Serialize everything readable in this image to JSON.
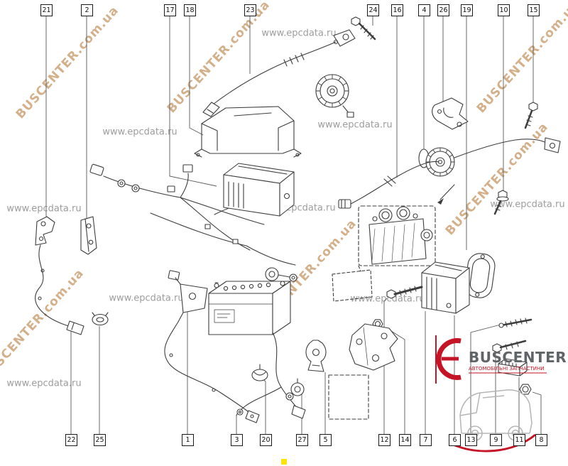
{
  "labels": {
    "top": [
      "21",
      "2",
      "17",
      "18",
      "23",
      "24",
      "16",
      "4",
      "26",
      "19",
      "10",
      "15"
    ],
    "bottom": [
      "22",
      "25",
      "1",
      "3",
      "20",
      "27",
      "5",
      "12",
      "14",
      "7",
      "6",
      "13",
      "9",
      "11",
      "8"
    ]
  },
  "watermarks": {
    "diagonal_text": "BUSCENTER.com.ua",
    "horizontal_text": "www.epcdata.ru"
  },
  "logo": {
    "name": "BUSCENTER",
    "tagline": "АВТОМОБІЛЬНІ ЗАПЧАСТИНИ",
    "accent_color": "#c41425",
    "text_color": "#5f6466"
  },
  "colors": {
    "watermark_tan": "#c79a69",
    "watermark_gray": "#8c8c8c",
    "line_art": "#3d3d3d",
    "background": "#ffffff"
  }
}
